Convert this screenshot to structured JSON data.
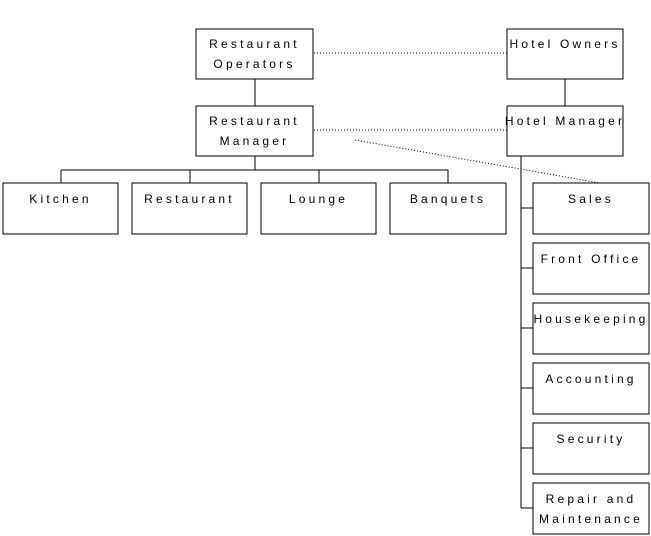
{
  "org_chart": {
    "restaurant_operators": {
      "line1": "Restaurant",
      "line2": "Operators"
    },
    "hotel_owners": {
      "label": "Hotel Owners"
    },
    "restaurant_manager": {
      "line1": "Restaurant",
      "line2": "Manager"
    },
    "hotel_manager": {
      "label": "Hotel Manager"
    },
    "restaurant_departments": {
      "kitchen": "Kitchen",
      "restaurant": "Restaurant",
      "lounge": "Lounge",
      "banquets": "Banquets"
    },
    "hotel_departments": {
      "sales": "Sales",
      "front_office": "Front Office",
      "housekeeping": "Housekeeping",
      "accounting": "Accounting",
      "security": "Security",
      "repair_maintenance": {
        "line1": "Repair and",
        "line2": "Maintenance"
      }
    }
  }
}
